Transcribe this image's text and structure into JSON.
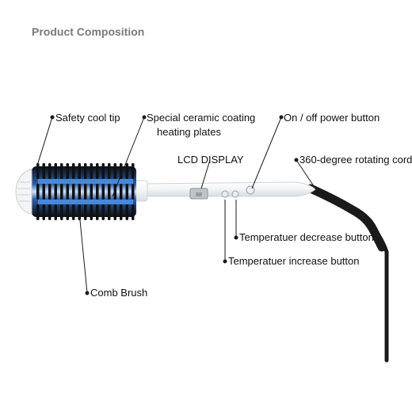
{
  "title": "Product Composition",
  "callouts": {
    "safety_tip": "Safety cool tip",
    "ceramic_line1": "Special ceramic coating",
    "ceramic_line2": "heating plates",
    "lcd": "LCD DISPLAY",
    "power": "On / off power button",
    "cord": "360-degree rotating cord",
    "decrease": "Temperatuer decrease button",
    "increase": "Temperatuer increase button",
    "comb": "Comb Brush"
  },
  "colors": {
    "text": "#111111",
    "title": "#7a7a7a",
    "body": "#f4f6f8",
    "bristle": "#111111",
    "plate": "#3a7fd0",
    "cord": "#1a1a1a"
  }
}
